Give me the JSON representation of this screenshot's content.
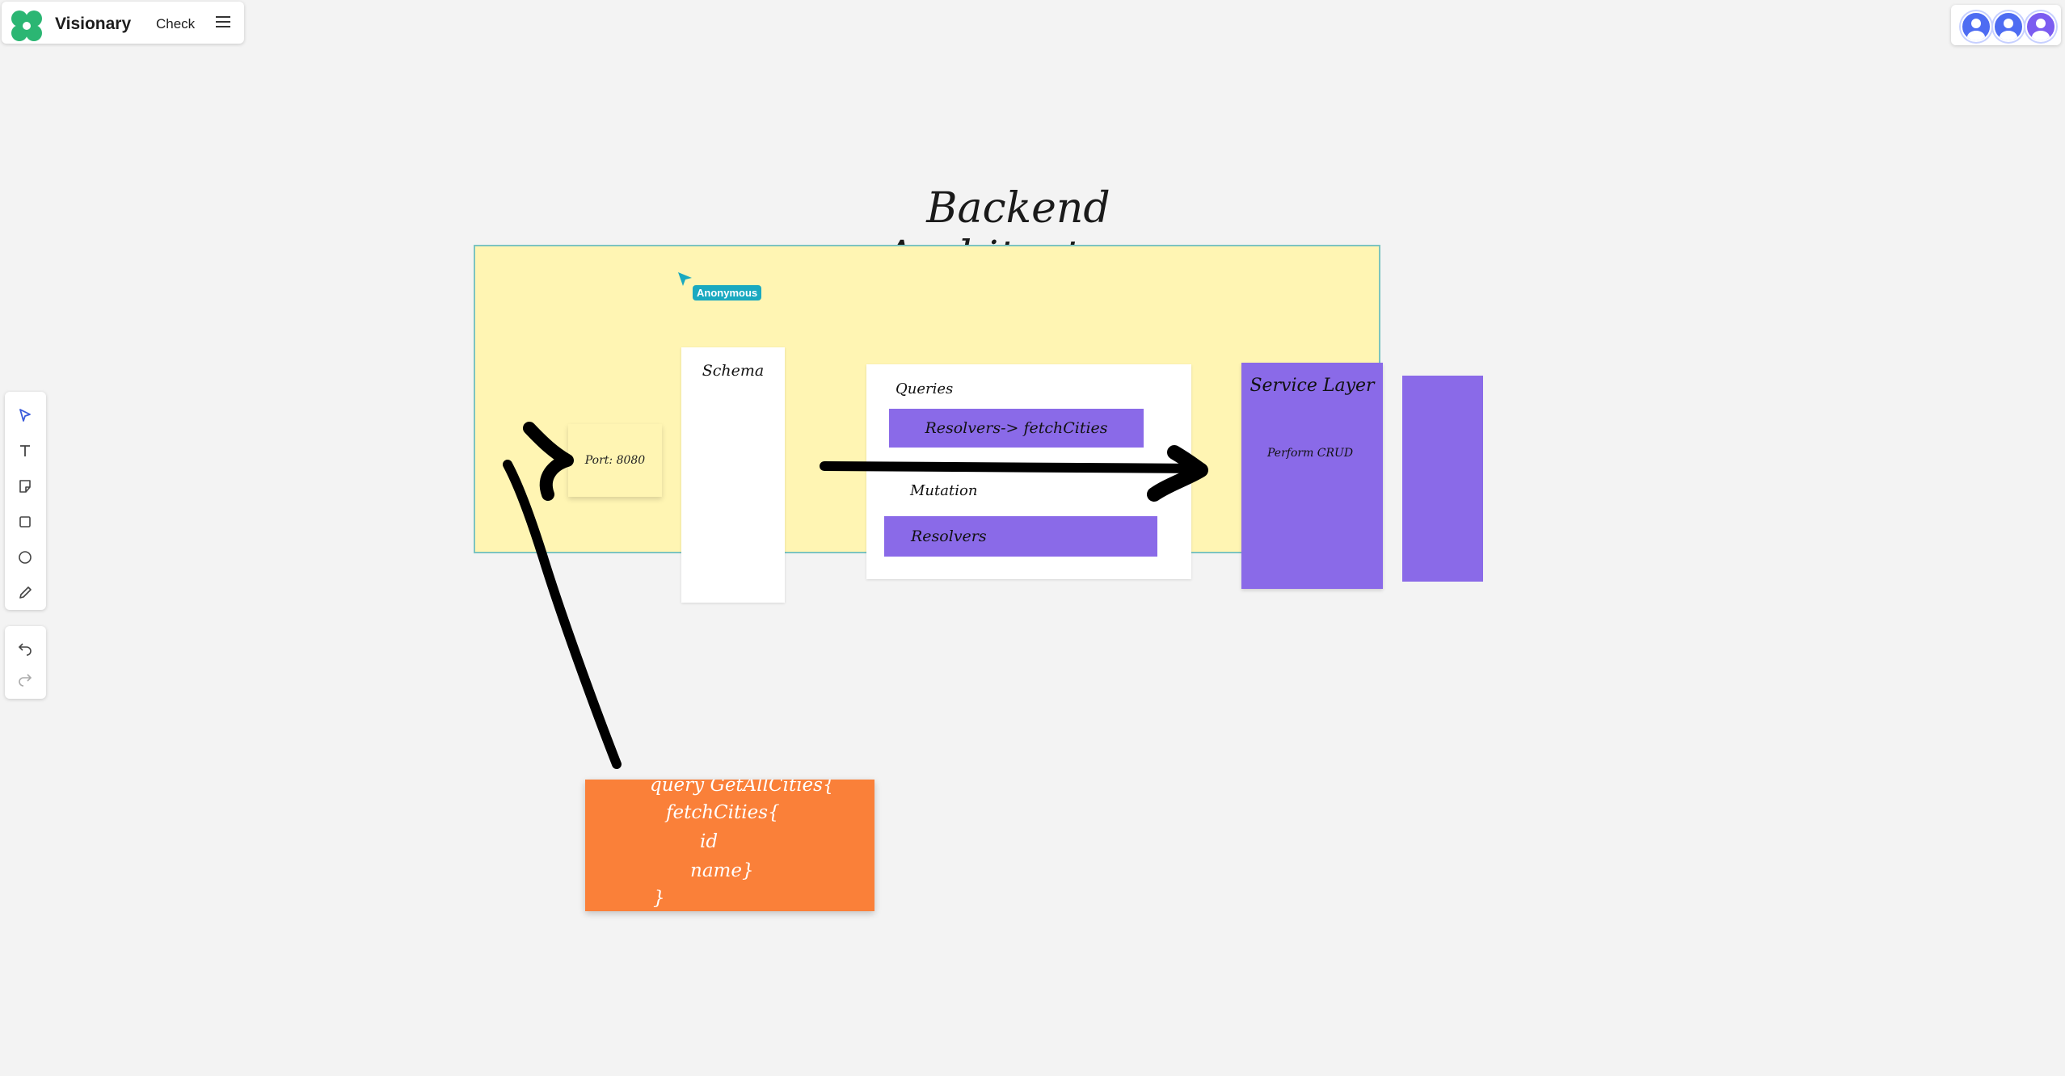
{
  "header": {
    "brand": "Visionary",
    "board_name": "Check"
  },
  "board": {
    "title": "Backend Architecture",
    "port_note": "Port: 8080",
    "schema_label": "Schema",
    "queries_label": "Queries",
    "queries_resolver": "Resolvers-> fetchCities",
    "mutation_label": "Mutation",
    "mutation_resolver": "Resolvers",
    "service_label": "Service Layer",
    "service_sub": "Perform CRUD",
    "code_lines": [
      "query GetAllCities{",
      "fetchCities{",
      "id",
      "name}",
      "}"
    ]
  },
  "presence": {
    "cursor_user": "Anonymous"
  },
  "colors": {
    "frame": "#fff5b3",
    "purple": "#8a6ae8",
    "orange": "#fa8039",
    "cursor": "#1aa9c0"
  },
  "tools": [
    "select-icon",
    "text-icon",
    "sticky-note-icon",
    "rectangle-icon",
    "circle-icon",
    "pen-icon",
    "undo-icon",
    "redo-icon"
  ]
}
